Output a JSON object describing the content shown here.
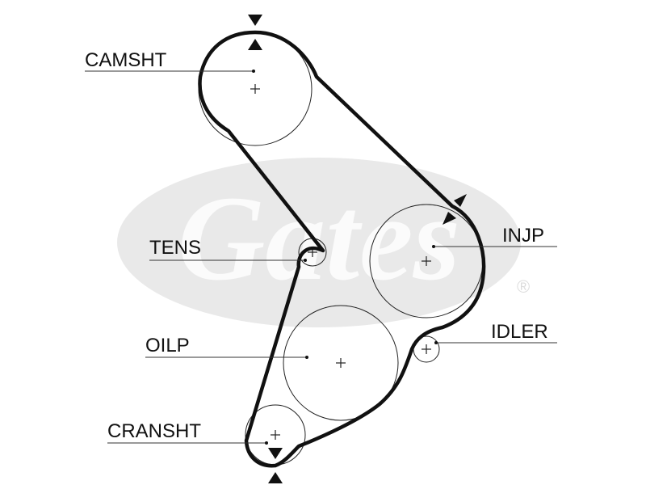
{
  "diagram": {
    "watermark": {
      "brand": "Gates",
      "registered_mark": "®",
      "color": "#e6e6e6"
    },
    "belt_color": "#111111",
    "labels": {
      "camshaft": "CAMSHT",
      "tensioner": "TENS",
      "injection_pump": "INJP",
      "idler": "IDLER",
      "oil_pump": "OILP",
      "crankshaft": "CRANSHT"
    },
    "timing_marks": [
      "camshaft-top",
      "injection-pump",
      "crankshaft-bottom"
    ]
  }
}
